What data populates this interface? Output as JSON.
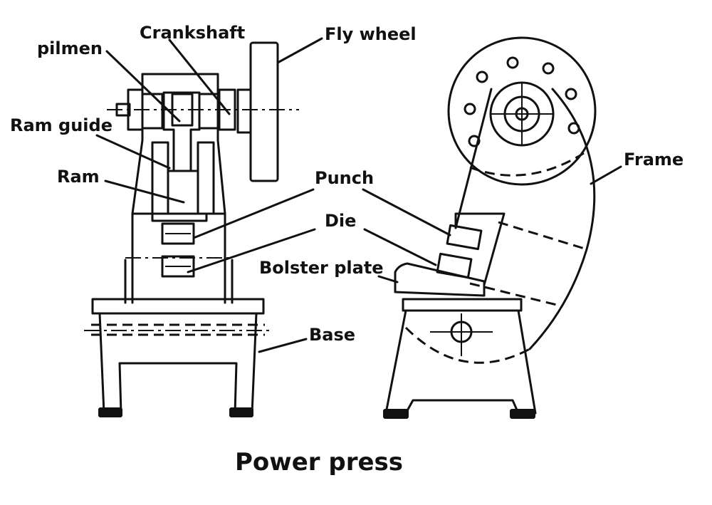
{
  "title": "Power press",
  "labels": {
    "crankshaft": "Crankshaft",
    "fly_wheel": "Fly wheel",
    "pilmen": "pilmen",
    "ram_guide": "Ram guide",
    "ram": "Ram",
    "punch": "Punch",
    "die": "Die",
    "bolster_plate": "Bolster plate",
    "base": "Base",
    "frame": "Frame"
  }
}
